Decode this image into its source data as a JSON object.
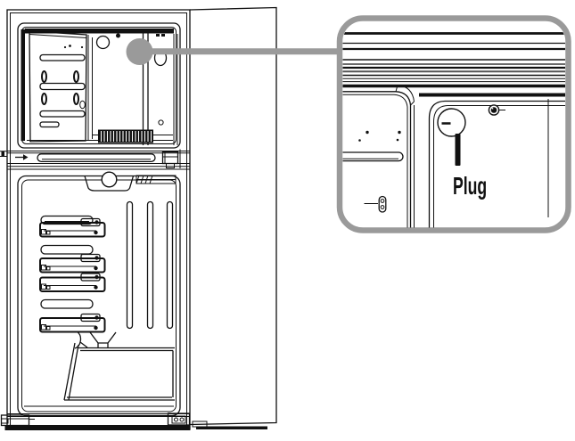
{
  "figure": {
    "kind": "refrigerator interior line drawing with magnified detail callout",
    "callout": {
      "label": "Plug"
    },
    "colors": {
      "line": "#111111",
      "highlight": "#9a9a9a",
      "background": "#ffffff"
    },
    "icons": {
      "highlight": "highlight-circle",
      "plug": "plug-detail-circle",
      "screw": "screw-icon"
    }
  }
}
